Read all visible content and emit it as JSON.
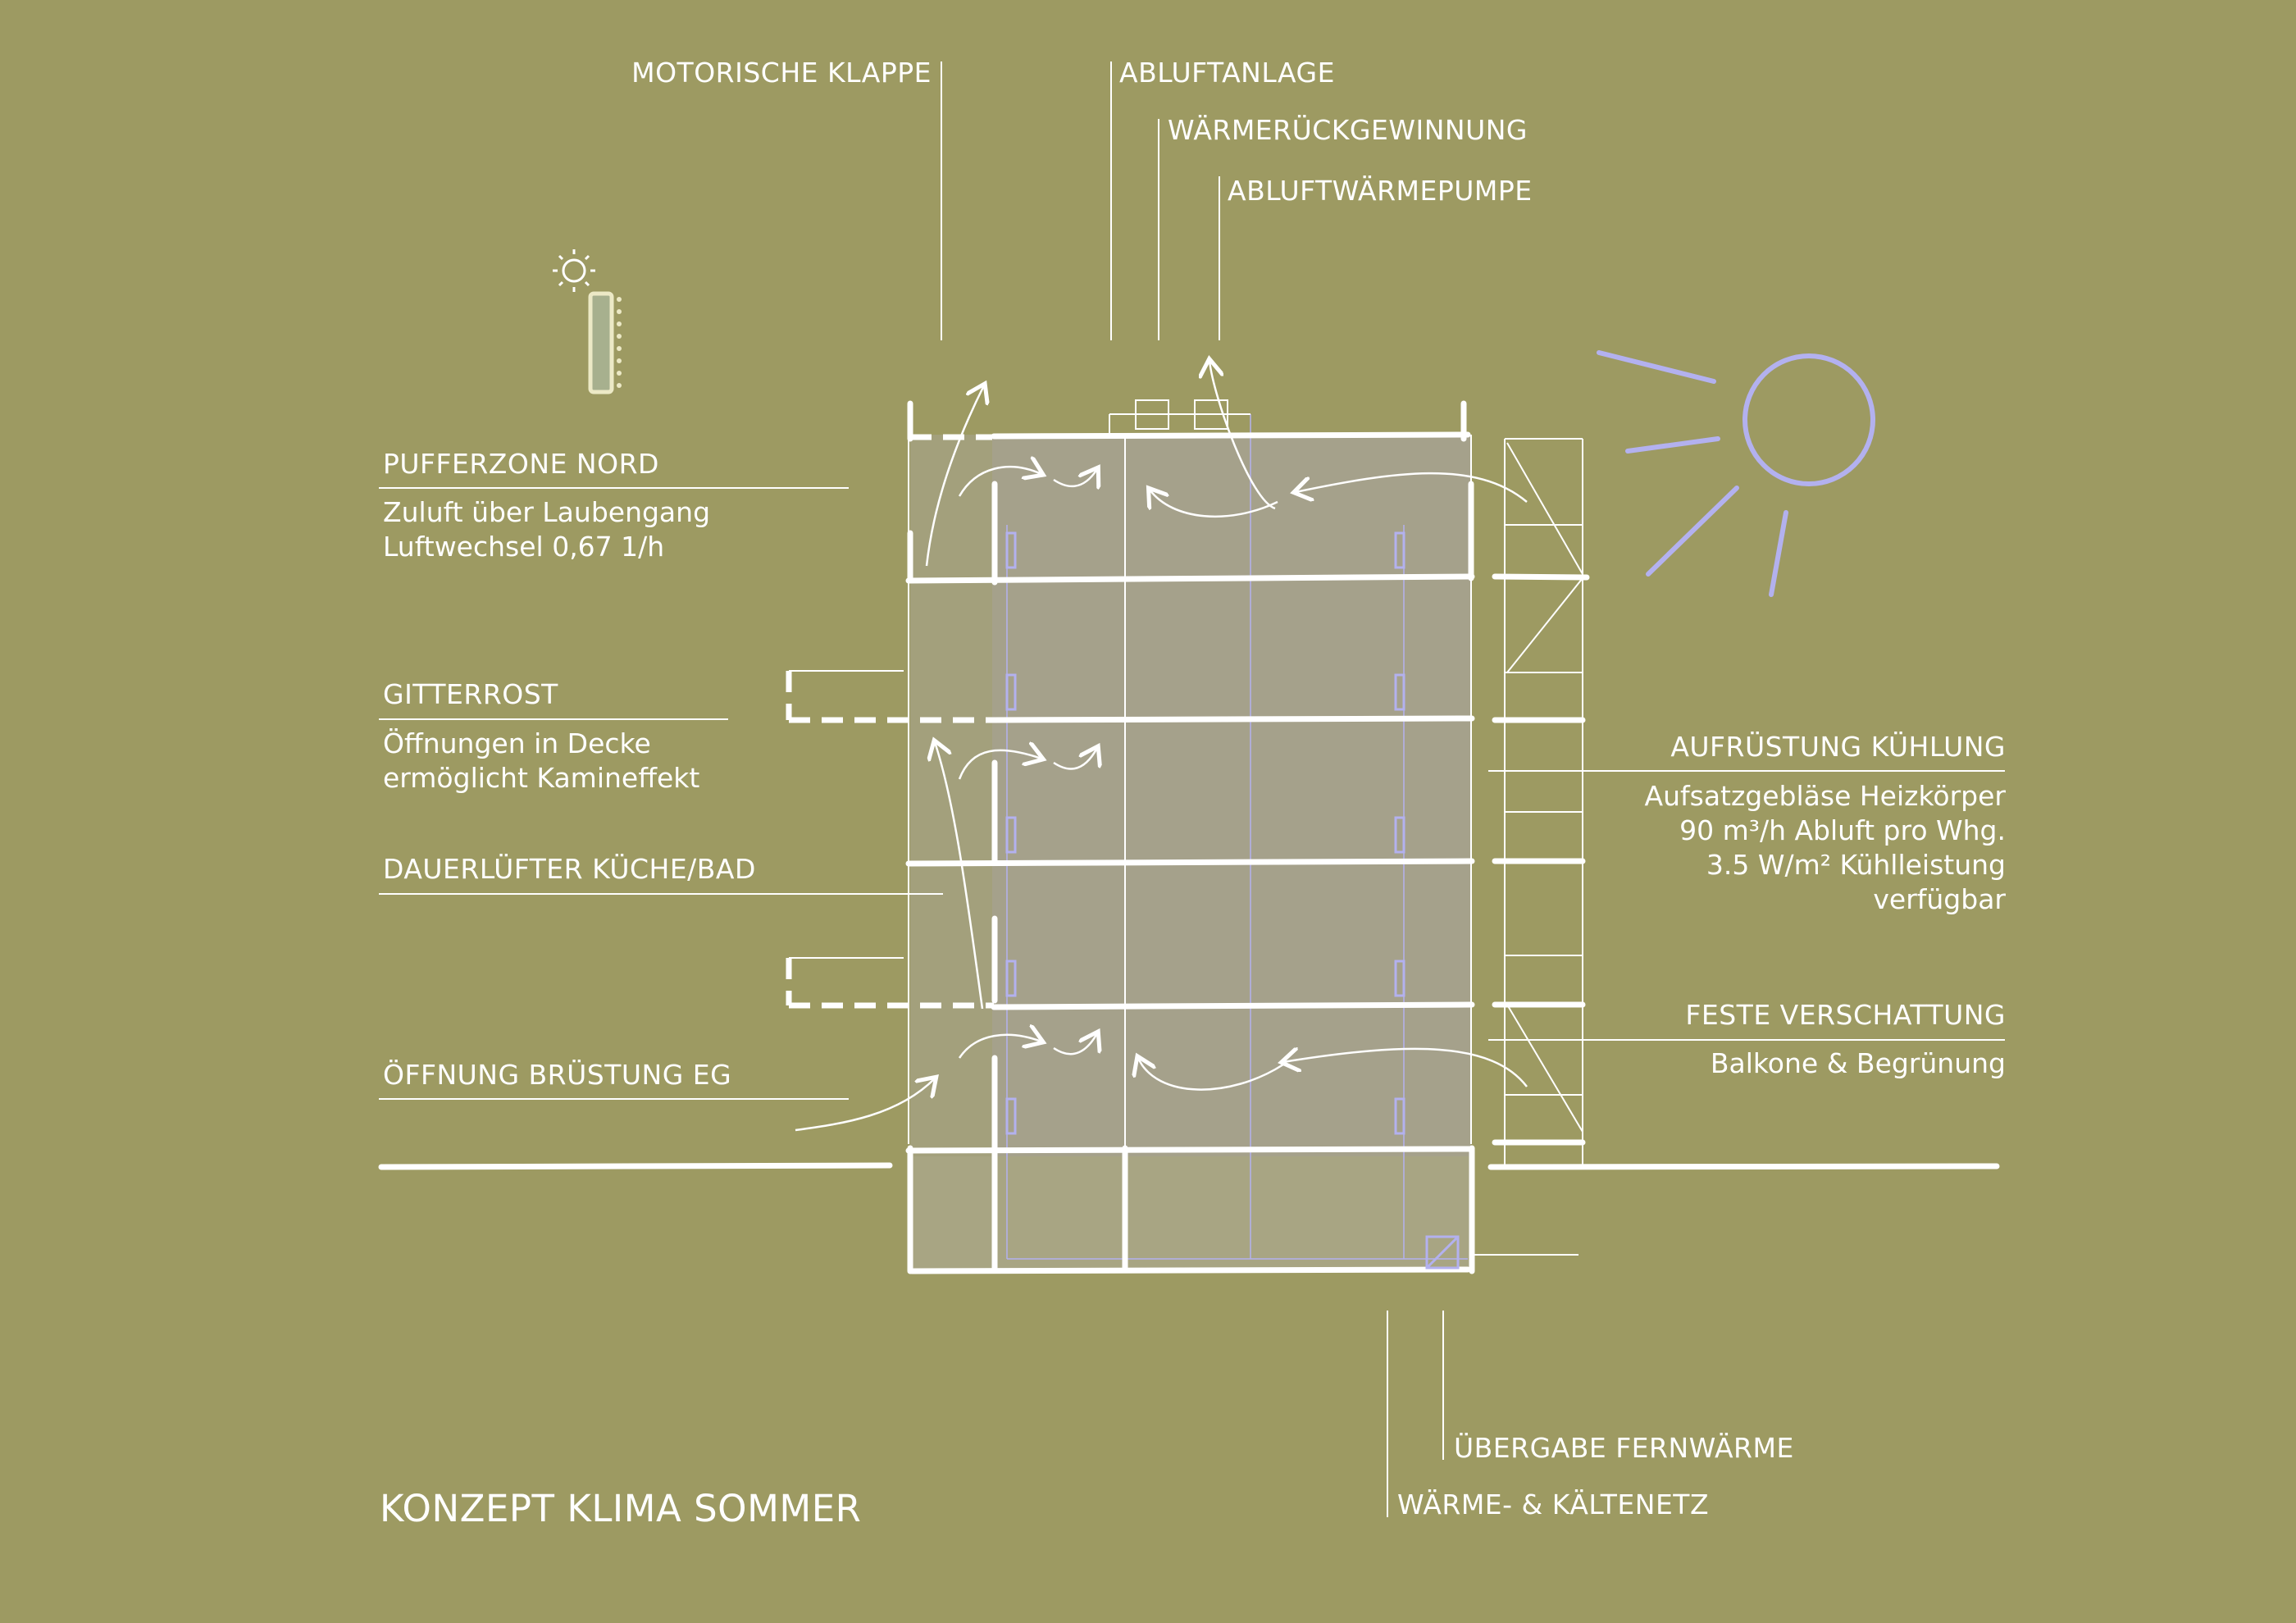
{
  "title": "KONZEPT KLIMA SOMMER",
  "labels": {
    "motorische_klappe": "MOTORISCHE KLAPPE",
    "abluftanlage": "ABLUFTANLAGE",
    "waermerueckgewinnung": "WÄRMERÜCKGEWINNUNG",
    "abluftwaermepumpe": "ABLUFTWÄRMEPUMPE",
    "pufferzone_nord": {
      "heading": "PUFFERZONE NORD",
      "lines": [
        "Zuluft über Laubengang",
        "Luftwechsel 0,67 1/h"
      ]
    },
    "gitterrost": {
      "heading": "GITTERROST",
      "lines": [
        "Öffnungen in Decke",
        "ermöglicht Kamineffekt"
      ]
    },
    "dauerluefter": "DAUERLÜFTER KÜCHE/BAD",
    "oeffnung_bruestung": "ÖFFNUNG BRÜSTUNG EG",
    "aufruestung_kuehlung": {
      "heading": "AUFRÜSTUNG KÜHLUNG",
      "lines": [
        "Aufsatzgebläse Heizkörper",
        "90 m³/h Abluft pro Whg.",
        "3.5 W/m² Kühlleistung",
        "verfügbar"
      ]
    },
    "feste_verschattung": {
      "heading": "FESTE VERSCHATTUNG",
      "lines": [
        "Balkone & Begrünung"
      ]
    },
    "uebergabe_fernwaerme": "ÜBERGABE FERNWÄRME",
    "waerme_kaeltenetz": "WÄRME- & KÄLTENETZ"
  },
  "icons": {
    "north_indicator": "sun-window-icon",
    "sun": "sun-icon"
  },
  "colors": {
    "background": "#9d9a62",
    "building_fill": "#a6a290",
    "buffer_fill": "#a3a07c",
    "lines": "#ffffff",
    "accent": "#b3b1ef"
  }
}
